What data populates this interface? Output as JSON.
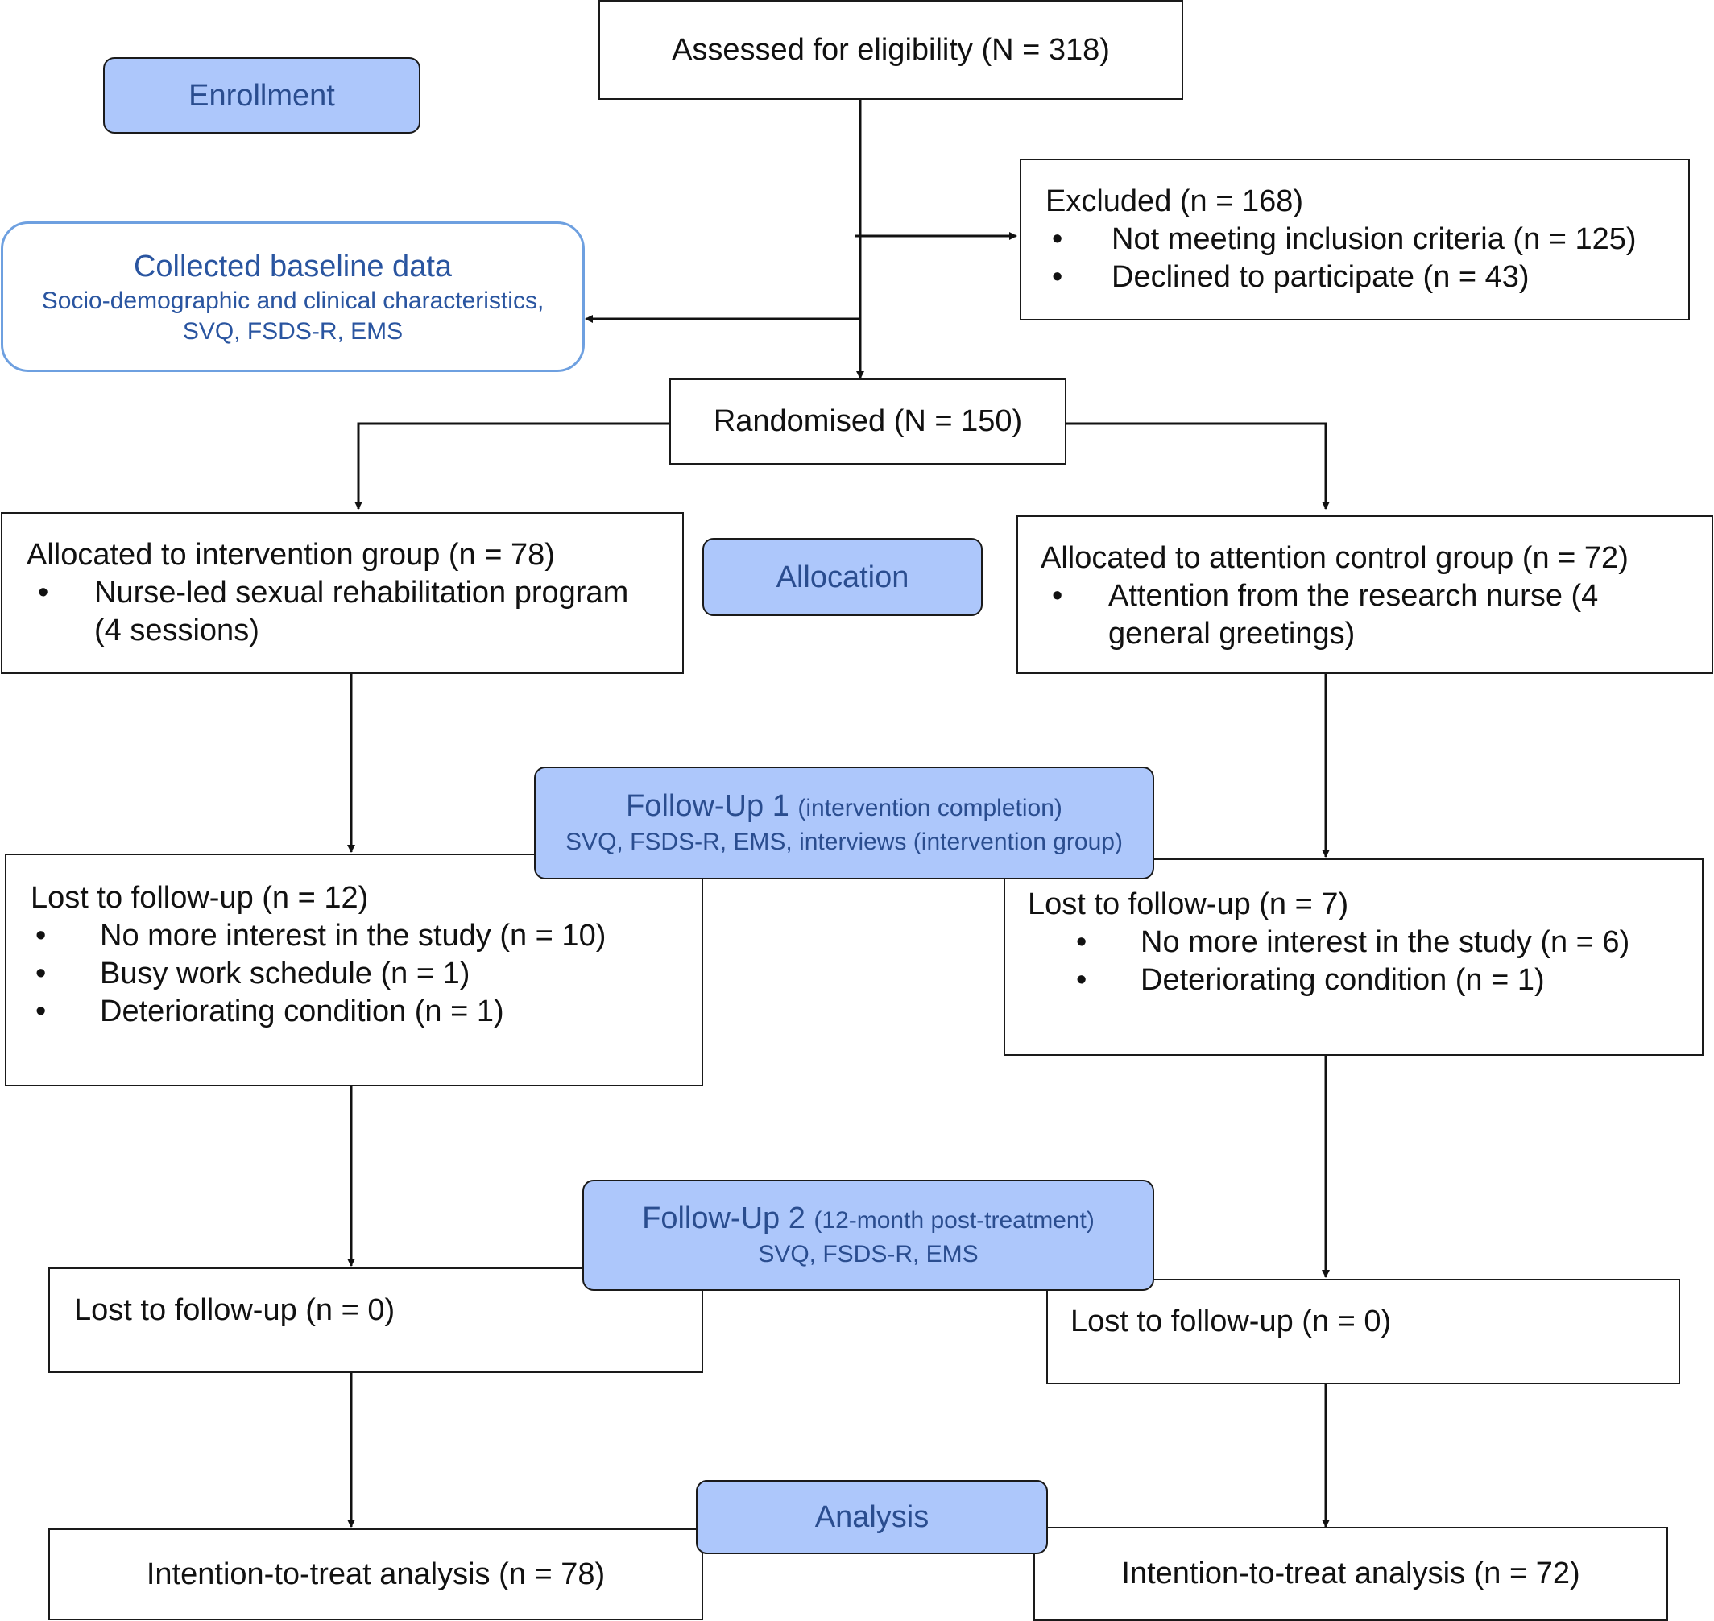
{
  "stages": {
    "enrollment": "Enrollment",
    "allocation": "Allocation",
    "followup1": {
      "title": "Follow-Up 1",
      "note": "(intervention completion)",
      "sub": "SVQ, FSDS-R, EMS, interviews (intervention group)"
    },
    "followup2": {
      "title": "Follow-Up 2",
      "note": "(12-month post-treatment)",
      "sub": "SVQ, FSDS-R, EMS"
    },
    "analysis": "Analysis"
  },
  "assessed": "Assessed for eligibility (N = 318)",
  "excluded": {
    "title": "Excluded (n = 168)",
    "items": [
      "Not meeting inclusion criteria (n = 125)",
      "Declined to participate (n = 43)"
    ]
  },
  "baseline": {
    "title": "Collected baseline data",
    "line1": "Socio-demographic and clinical characteristics,",
    "line2": "SVQ, FSDS-R, EMS"
  },
  "randomised": "Randomised (N = 150)",
  "intervention": {
    "allocated": "Allocated to intervention group (n = 78)",
    "allocated_items": [
      "Nurse-led sexual rehabilitation program (4 sessions)"
    ],
    "lost1_title": "Lost to follow-up (n = 12)",
    "lost1_items": [
      "No more interest in the study (n = 10)",
      "Busy work schedule (n = 1)",
      "Deteriorating condition (n = 1)"
    ],
    "lost2": "Lost to follow-up (n = 0)",
    "analysis": "Intention-to-treat analysis (n = 78)"
  },
  "control": {
    "allocated": "Allocated to attention control group (n = 72)",
    "allocated_items": [
      "Attention from the research nurse (4 general greetings)"
    ],
    "lost1_title": "Lost to follow-up (n = 7)",
    "lost1_items": [
      "No more interest in the study (n = 6)",
      "Deteriorating condition (n = 1)"
    ],
    "lost2": "Lost to follow-up (n = 0)",
    "analysis": "Intention-to-treat analysis (n = 72)"
  },
  "bullet_glyph": "•"
}
